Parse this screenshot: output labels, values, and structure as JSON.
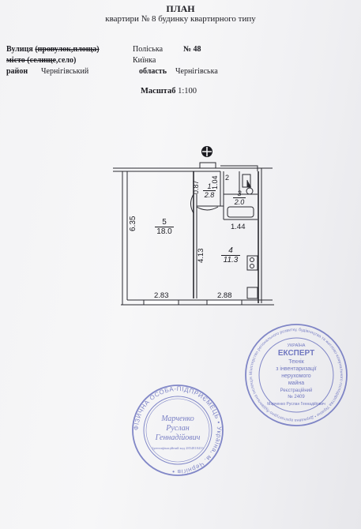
{
  "header": {
    "title": "ПЛАН",
    "subtitle": "квартири № 8 будинку квартирного типу"
  },
  "address": {
    "street_label_a": "Вулиця ",
    "street_label_b": "(провулок,площа)",
    "street_value": "Поліська",
    "number_value": "№ 48",
    "place_label_a": "місто (",
    "place_label_b": "селище",
    "place_label_c": ",село)",
    "place_value": "Киїнка",
    "district_label": "район",
    "district_value": "Чернігівський",
    "region_label": "область",
    "region_value": "Чернігівська"
  },
  "scale": {
    "label": "Масштаб",
    "value": "1:100"
  },
  "plan": {
    "rooms": [
      {
        "number": "5",
        "area": "18.0"
      },
      {
        "number": "1",
        "area": "2.8"
      },
      {
        "number": "2",
        "area": ""
      },
      {
        "number": "3",
        "area": "2.0"
      },
      {
        "number": "4",
        "area": "11.3"
      }
    ],
    "dimensions": {
      "d_635": "6.35",
      "d_087": "0.87",
      "d_104": "1.04",
      "d_144": "1.44",
      "d_413": "4.13",
      "d_283": "2.83",
      "d_288": "2.88"
    }
  },
  "stamp_left": {
    "lines": [
      "Марченко",
      "Руслан",
      "Геннадійович"
    ],
    "ring_text": "ФІЗИЧНА ОСОБА-ПІДПРИЄМЕЦЬ • Україна, м. Чернігів •",
    "small_text": "Ідентифікаційний код 2854818433"
  },
  "stamp_right": {
    "header": "УКРАЇНА",
    "title": "ЕКСПЕРТ",
    "lines": [
      "Технік",
      "з інвентаризації",
      "нерухомого",
      "майна",
      "Реєстраційний",
      "№ 2409",
      "Марченко Руслан Геннадійович"
    ],
    "ring_text": "Міністерство регіонального розвитку, будівництва та житлово-комунального господарства України • Державна архітектурно-будівельна інспекція • Кваліфікаційний сертифікат № 001251 •"
  },
  "colors": {
    "ink": "#1c1c22",
    "plan_line": "#2a2a30",
    "stamp_blue": "#5b63b8"
  }
}
